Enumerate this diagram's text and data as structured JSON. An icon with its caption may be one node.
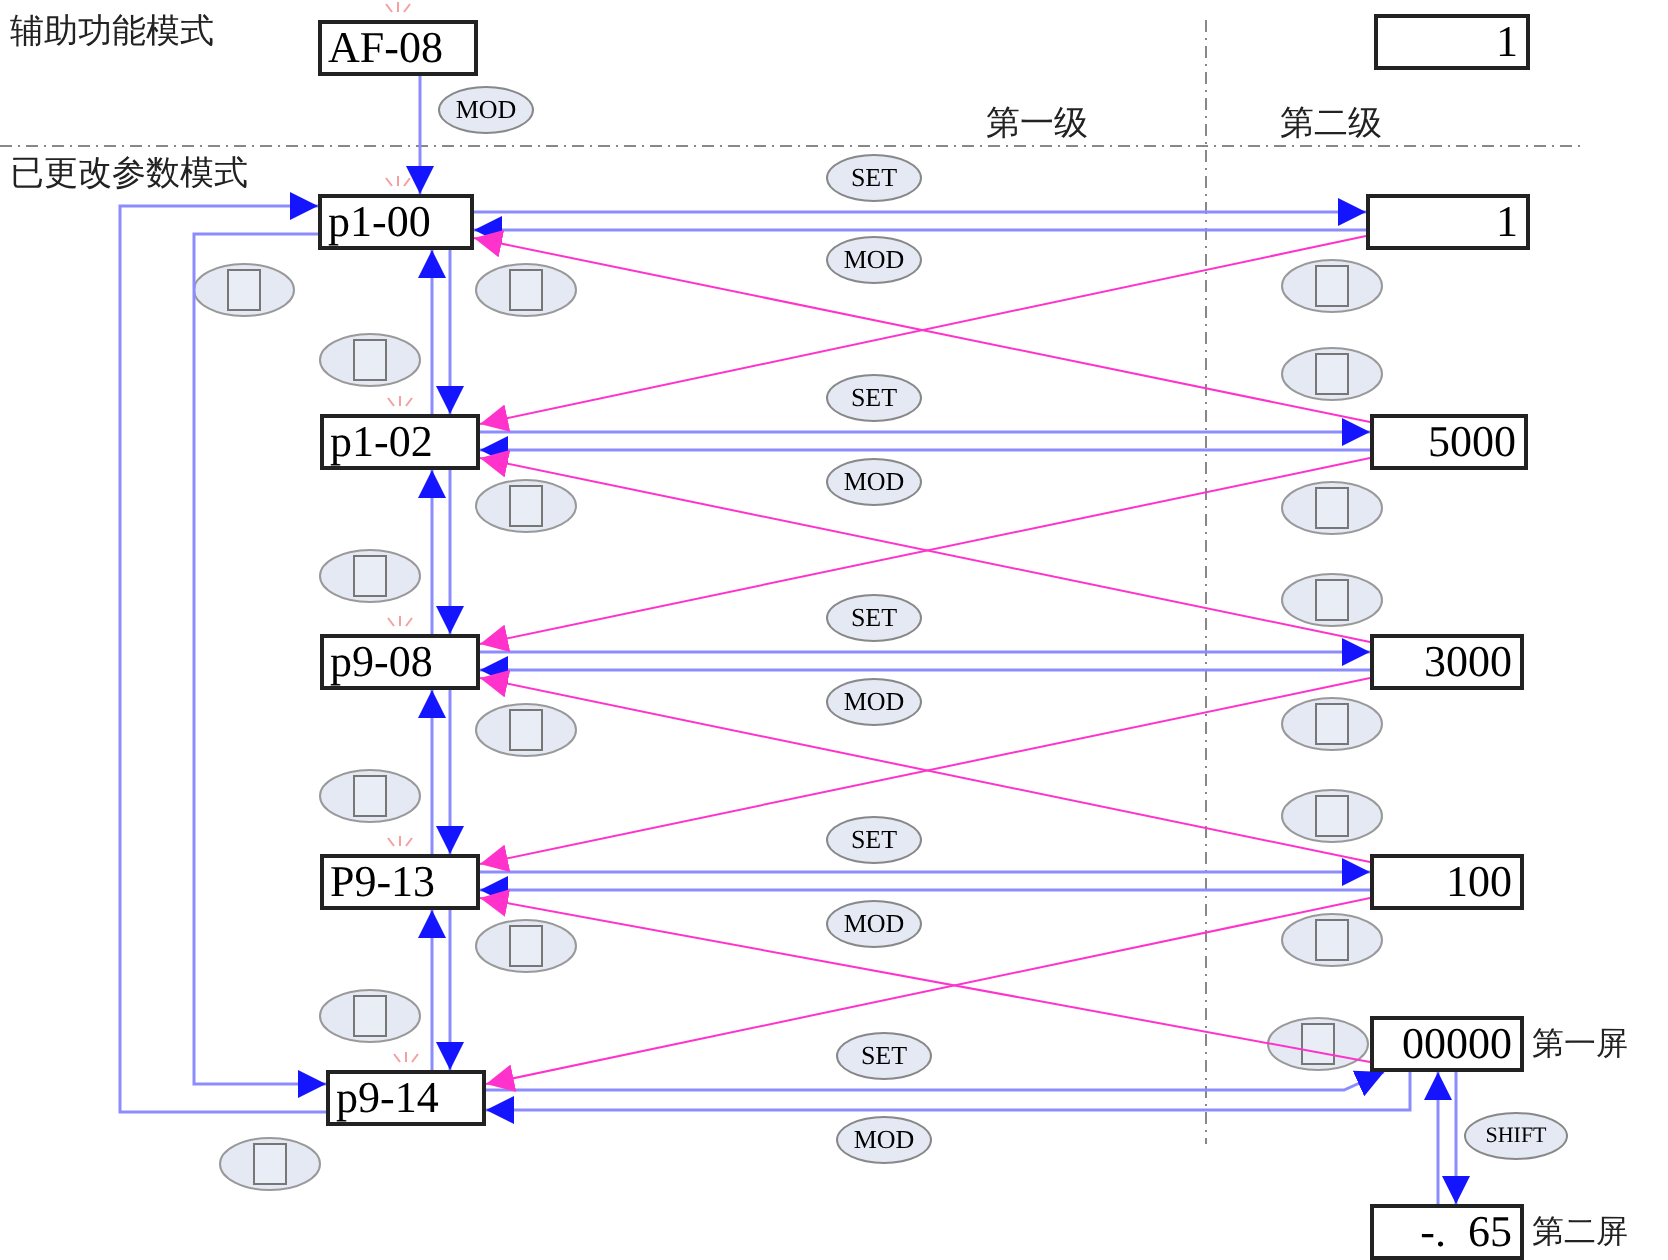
{
  "diagram": {
    "nodes": [
      {
        "text": [
          "AF-08"
        ]
      },
      {
        "text": [
          "1"
        ]
      },
      {
        "text": [
          "p1-00"
        ]
      },
      {
        "text": [
          "1"
        ]
      },
      {
        "text": [
          "p1-02"
        ]
      },
      {
        "text": [
          "5000"
        ]
      },
      {
        "text": [
          "p9-08"
        ]
      },
      {
        "text": [
          "3000"
        ]
      },
      {
        "text": [
          "P9-13"
        ]
      },
      {
        "text": [
          "100"
        ]
      },
      {
        "text": [
          "p9-14"
        ]
      },
      {
        "text": [
          "00000"
        ],
        "beside": [
          "第一屏"
        ]
      },
      {
        "text": [
          "-.  65"
        ],
        "beside": [
          "第二屏"
        ]
      }
    ],
    "edges": [
      {
        "from": 0,
        "to": 2,
        "arrow": "to",
        "label": "MOD"
      },
      {
        "from": 2,
        "to": 3,
        "arrow": "to",
        "label": "SET"
      },
      {
        "from": 3,
        "to": 2,
        "arrow": "to",
        "label": "MOD"
      },
      {
        "from": 2,
        "to": 4,
        "arrow": "to"
      },
      {
        "from": 4,
        "to": 2,
        "arrow": "to"
      },
      {
        "from": 4,
        "to": 5,
        "arrow": "to",
        "label": "SET"
      },
      {
        "from": 5,
        "to": 4,
        "arrow": "to",
        "label": "MOD"
      },
      {
        "from": 4,
        "to": 6,
        "arrow": "to"
      },
      {
        "from": 6,
        "to": 4,
        "arrow": "to"
      },
      {
        "from": 6,
        "to": 7,
        "arrow": "to",
        "label": "SET"
      },
      {
        "from": 7,
        "to": 6,
        "arrow": "to",
        "label": "MOD"
      },
      {
        "from": 6,
        "to": 8,
        "arrow": "to"
      },
      {
        "from": 8,
        "to": 6,
        "arrow": "to"
      },
      {
        "from": 8,
        "to": 9,
        "arrow": "to",
        "label": "SET"
      },
      {
        "from": 9,
        "to": 8,
        "arrow": "to",
        "label": "MOD"
      },
      {
        "from": 8,
        "to": 10,
        "arrow": "to"
      },
      {
        "from": 10,
        "to": 8,
        "arrow": "to"
      },
      {
        "from": 10,
        "to": 11,
        "arrow": "to",
        "label": "SET"
      },
      {
        "from": 11,
        "to": 10,
        "arrow": "to",
        "label": "MOD"
      },
      {
        "from": 10,
        "to": 2,
        "arrow": "to"
      },
      {
        "from": 2,
        "to": 10,
        "arrow": "to"
      },
      {
        "from": 3,
        "to": 4,
        "arrow": "to",
        "color": "#ff33cc"
      },
      {
        "from": 5,
        "to": 2,
        "arrow": "to",
        "color": "#ff33cc"
      },
      {
        "from": 5,
        "to": 6,
        "arrow": "to",
        "color": "#ff33cc"
      },
      {
        "from": 7,
        "to": 4,
        "arrow": "to",
        "color": "#ff33cc"
      },
      {
        "from": 7,
        "to": 8,
        "arrow": "to",
        "color": "#ff33cc"
      },
      {
        "from": 9,
        "to": 6,
        "arrow": "to",
        "color": "#ff33cc"
      },
      {
        "from": 9,
        "to": 10,
        "arrow": "to",
        "color": "#ff33cc"
      },
      {
        "from": 11,
        "to": 8,
        "arrow": "to",
        "color": "#ff33cc"
      },
      {
        "from": 11,
        "to": 12,
        "arrow": "to",
        "label": "SHIFT"
      },
      {
        "from": 12,
        "to": 11,
        "arrow": "to"
      }
    ],
    "labels": [
      "辅助功能模式",
      "已更改参数模式",
      "第一级",
      "第二级"
    ]
  }
}
